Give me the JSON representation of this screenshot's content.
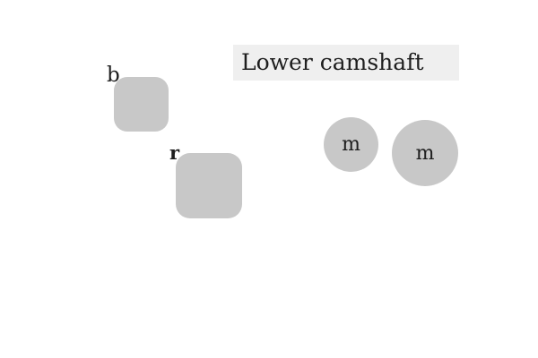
{
  "title": "Lower camshaft",
  "nodes": {
    "b_label": "b",
    "r_label": "r",
    "m1_label": "m",
    "m2_label": "m"
  },
  "colors": {
    "shape_fill": "#c8c8c8",
    "title_fill": "#efefef",
    "text": "#1e1e1e",
    "background": "#ffffff"
  }
}
